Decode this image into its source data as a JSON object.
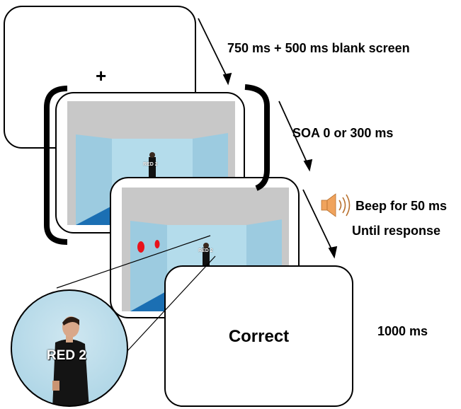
{
  "fixation": {
    "symbol": "+"
  },
  "steps": [
    {
      "label": "750 ms + 500 ms blank screen"
    },
    {
      "label": "SOA 0 or 300 ms"
    },
    {
      "label": "Beep for 50 ms"
    },
    {
      "label": "Until response"
    },
    {
      "label": "1000 ms"
    }
  ],
  "scene": {
    "player_tag": "RED 2",
    "zoom_tag": "RED 2"
  },
  "feedback": {
    "text": "Correct"
  },
  "icons": {
    "speaker": "speaker-icon"
  },
  "colors": {
    "target_dot": "#e8121b",
    "wall": "#a9d3e6",
    "floor": "#1b6fb3",
    "frame_gray": "#c8c8c8",
    "speaker": "#f0a35c"
  }
}
